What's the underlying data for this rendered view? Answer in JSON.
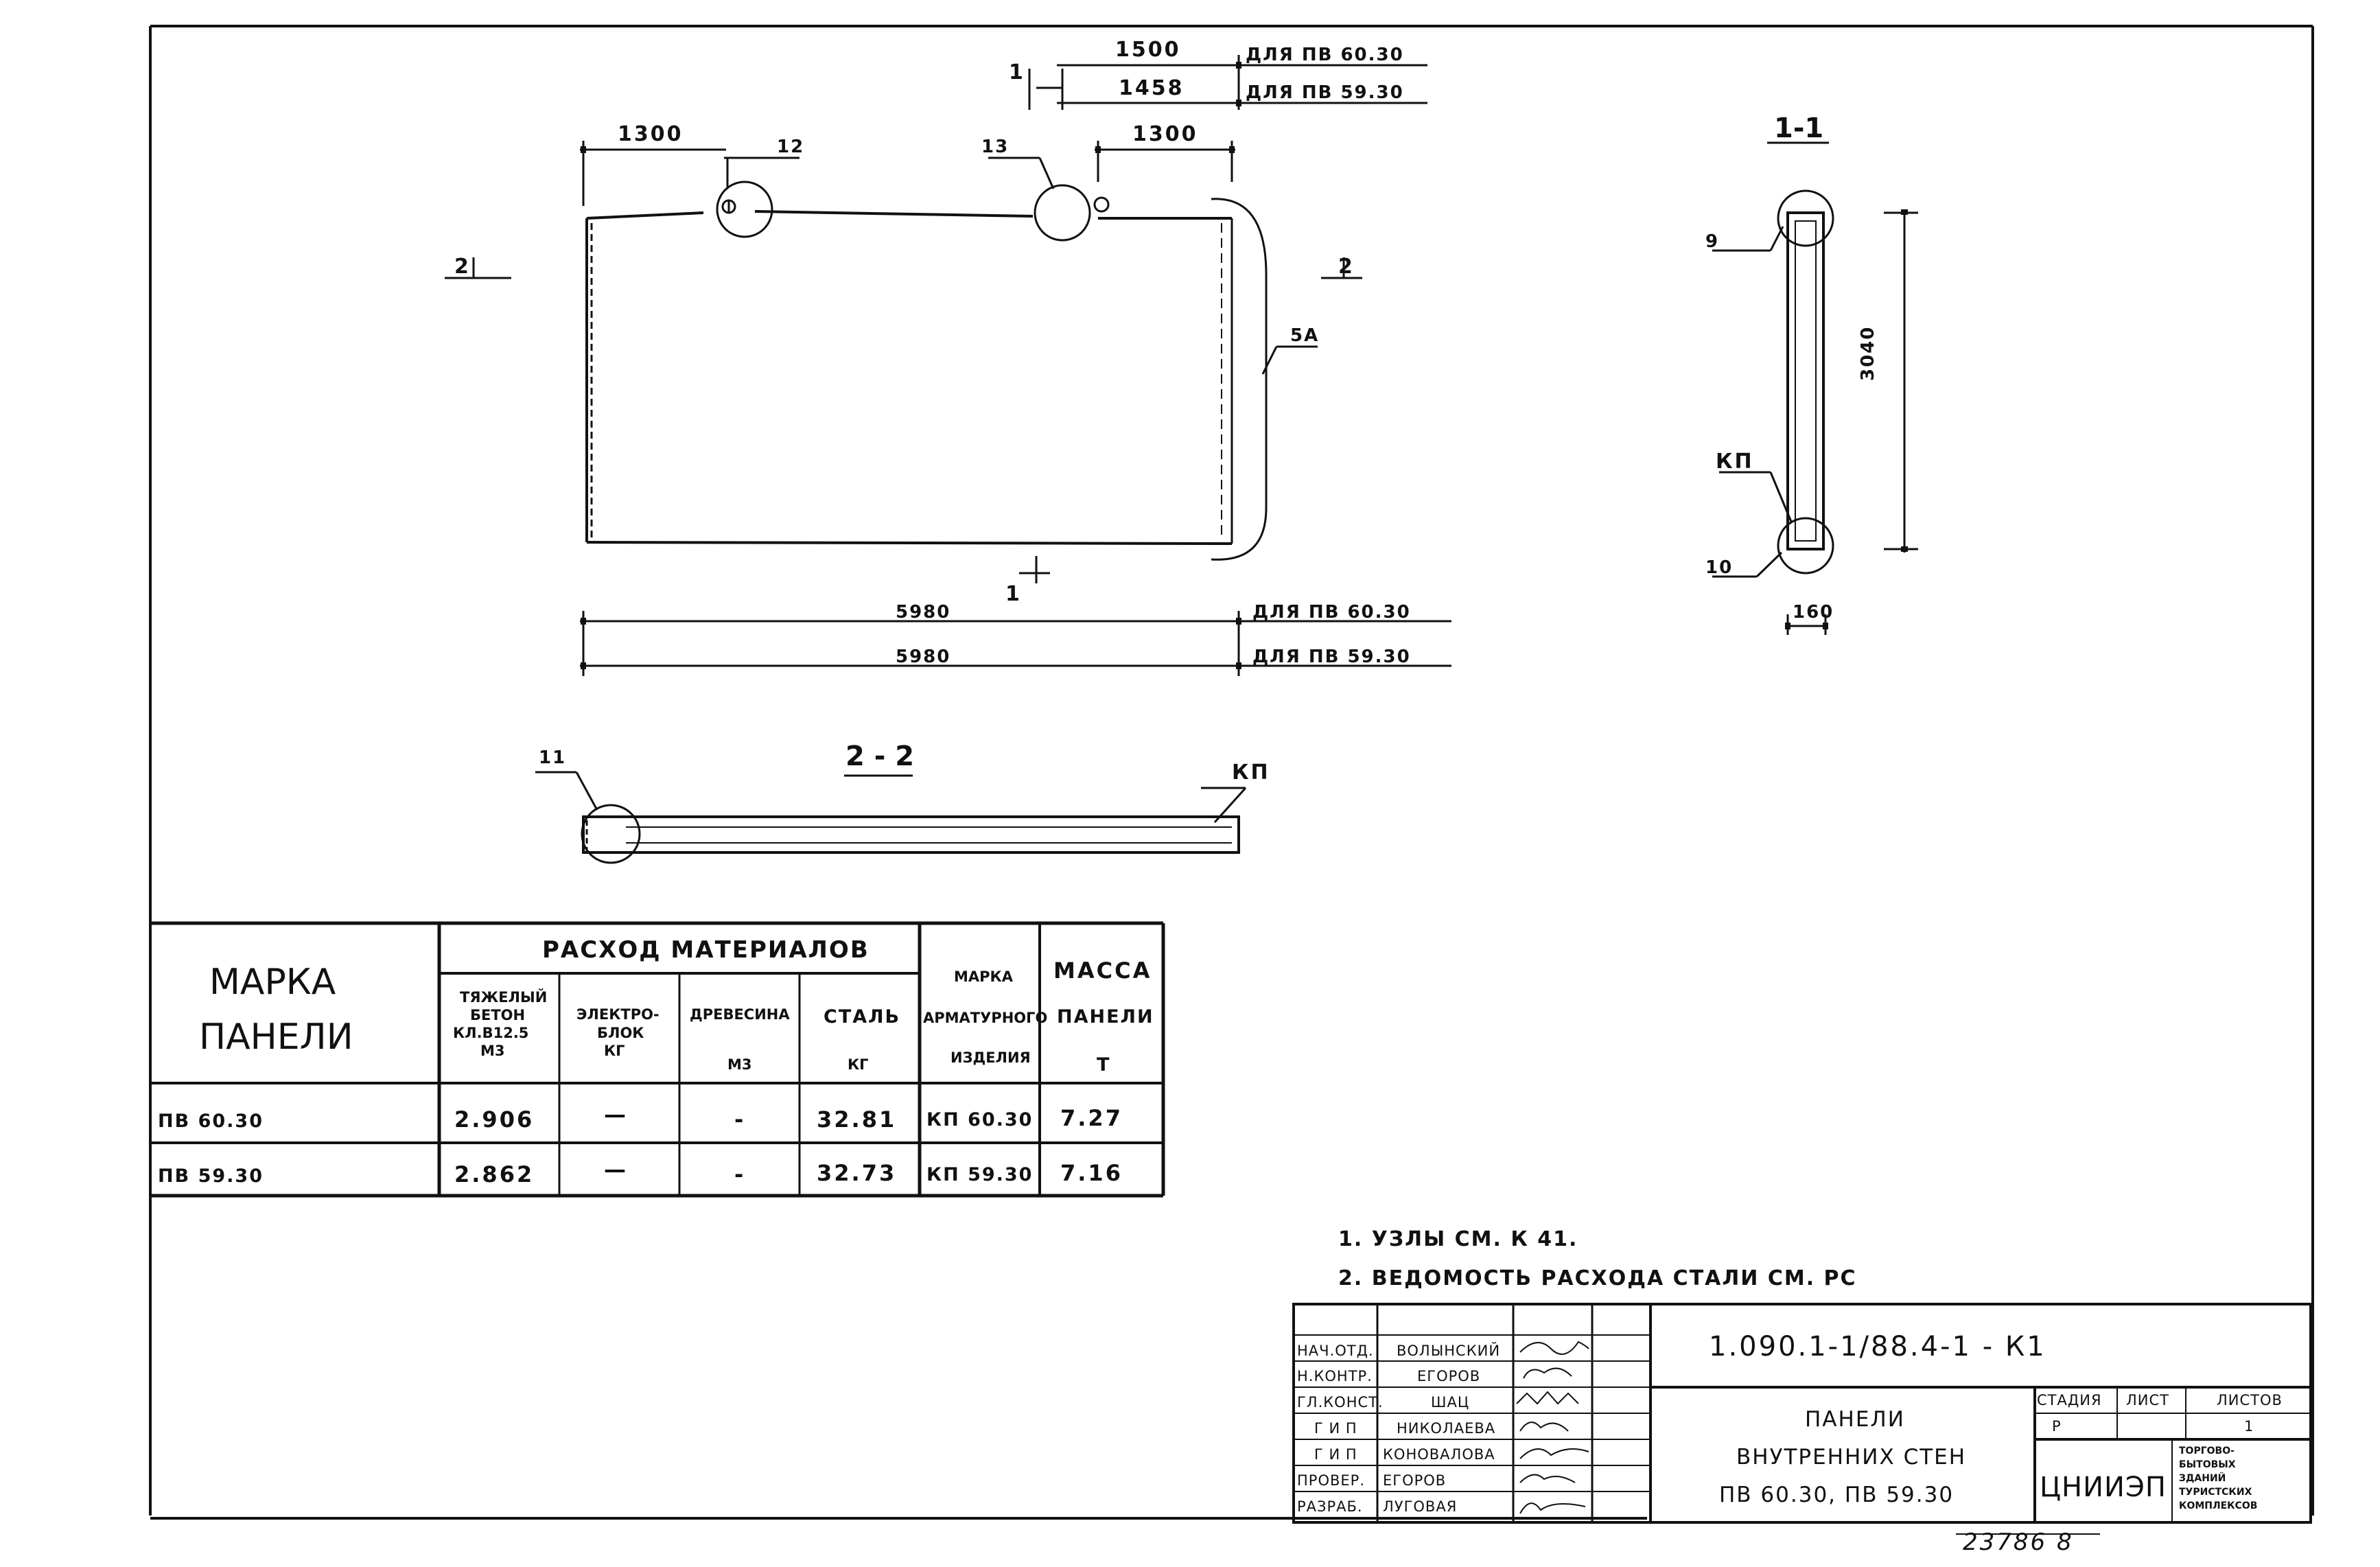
{
  "plan": {
    "dim_top_1": "1500",
    "dim_top_1_note": "ДЛЯ ПВ 60.30",
    "dim_top_2": "1458",
    "dim_top_2_note": "ДЛЯ ПВ 59.30",
    "dim_small": "1",
    "dim_left_1300": "1300",
    "dim_right_1300": "1300",
    "callout_12": "12",
    "callout_13": "13",
    "callout_5a": "5А",
    "cut_left": "2",
    "cut_right": "2",
    "cut_bottom": "1",
    "dim_bottom_1": "5980",
    "dim_bottom_1_note": "ДЛЯ ПВ 60.30",
    "dim_bottom_2": "5980",
    "dim_bottom_2_note": "ДЛЯ ПВ 59.30"
  },
  "section_1_1": {
    "title": "1-1",
    "callout_9": "9",
    "callout_kp": "КП",
    "callout_10": "10",
    "height_dim": "3040",
    "width_dim": "160"
  },
  "section_2_2": {
    "title": "2 - 2",
    "callout_11": "11",
    "callout_kp": "КП"
  },
  "materials_table": {
    "col_mark_line1": "МАРКА",
    "col_mark_line2": "ПАНЕЛИ",
    "group_header": "РАСХОД МАТЕРИАЛОВ",
    "col_concrete": [
      "ТЯЖЕЛЫЙ",
      "БЕТОН",
      "КЛ.В12.5",
      "М3"
    ],
    "col_electro": [
      "ЭЛЕКТРО-",
      "БЛОК",
      "КГ"
    ],
    "col_wood": [
      "ДРЕВЕСИНА",
      "М3"
    ],
    "col_steel": [
      "СТАЛЬ",
      "КГ"
    ],
    "col_rebar_mark": [
      "МАРКА",
      "АРМАТУРНОГО",
      "ИЗДЕЛИЯ"
    ],
    "col_mass": [
      "МАССА",
      "ПАНЕЛИ",
      "Т"
    ],
    "rows": [
      {
        "mark": "ПВ 60.30",
        "concrete": "2.906",
        "electro": "—",
        "wood": "-",
        "steel": "32.81",
        "rebar": "КП 60.30",
        "mass": "7.27"
      },
      {
        "mark": "ПВ 59.30",
        "concrete": "2.862",
        "electro": "—",
        "wood": "-",
        "steel": "32.73",
        "rebar": "КП 59.30",
        "mass": "7.16"
      }
    ]
  },
  "notes": [
    "1. УЗЛЫ СМ. К 41.",
    "2. ВЕДОМОСТЬ РАСХОДА СТАЛИ СМ. РС"
  ],
  "title_block": {
    "roles": [
      "НАЧ.ОТД.",
      "Н.КОНТР.",
      "ГЛ.КОНСТ.",
      "Г И П",
      "Г И П",
      "ПРОВЕР.",
      "РАЗРАБ."
    ],
    "names": [
      "ВОЛЫНСКИЙ",
      "ЕГОРОВ",
      "ШАЦ",
      "НИКОЛАЕВА",
      "КОНОВАЛОВА",
      "ЕГОРОВ",
      "ЛУГОВАЯ"
    ],
    "code": "1.090.1-1/88.4-1 - К1",
    "title_line1": "ПАНЕЛИ",
    "title_line2": "ВНУТРЕННИХ СТЕН",
    "title_line3": "ПВ 60.30, ПВ 59.30",
    "stage_label": "СТАДИЯ",
    "sheet_label": "ЛИСТ",
    "sheets_label": "ЛИСТОВ",
    "stage_value": "Р",
    "sheets_value": "1",
    "org": "ЦНИИЭП",
    "org_desc": [
      "ТОРГОВО-",
      "БЫТОВЫХ",
      "ЗДАНИЙ",
      "ТУРИСТСКИХ",
      "КОМПЛЕКСОВ"
    ]
  },
  "inventory_number": "23786 8"
}
